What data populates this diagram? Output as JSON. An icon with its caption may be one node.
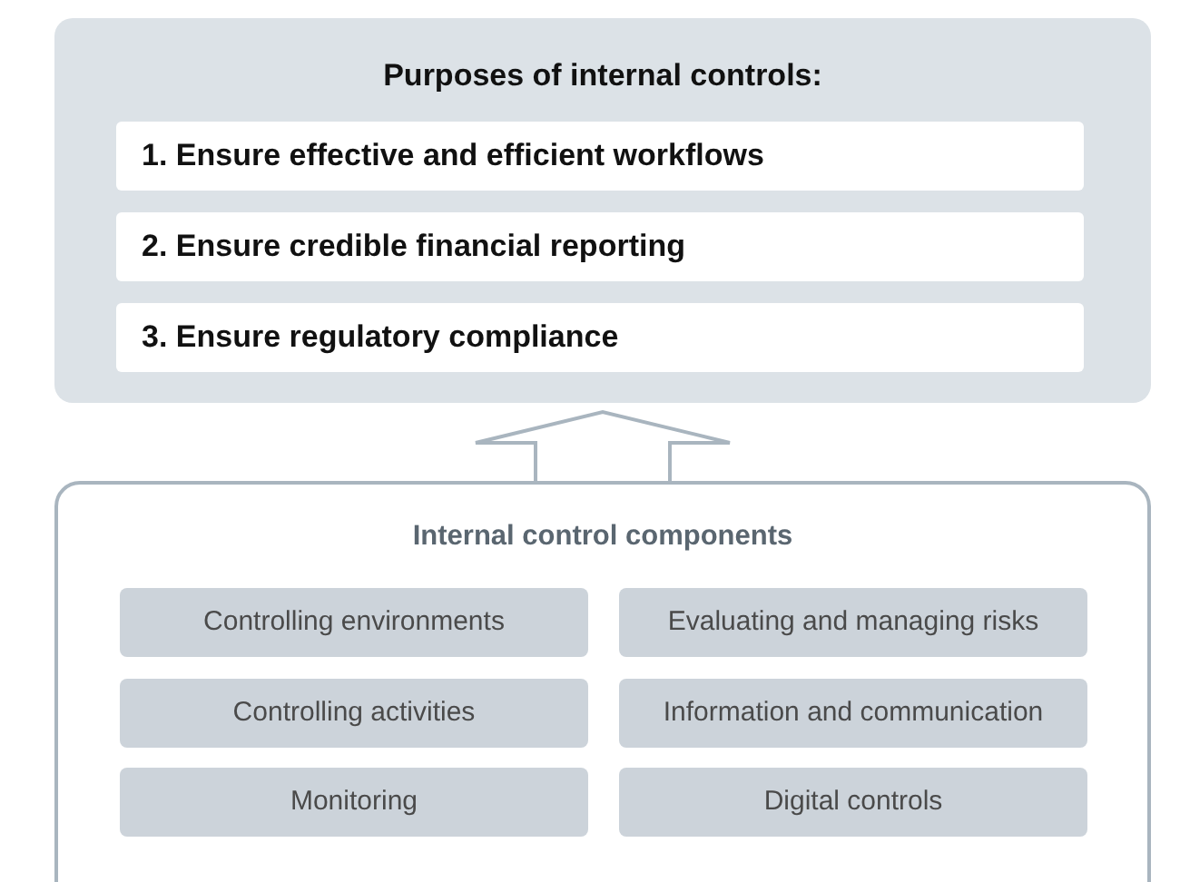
{
  "diagram": {
    "nodes": [
      {
        "text": [
          "Purposes of internal controls:"
        ]
      },
      {
        "text": [
          "1. Ensure effective and efficient workflows"
        ],
        "in": 0
      },
      {
        "text": [
          "2. Ensure credible financial reporting"
        ],
        "in": 0
      },
      {
        "text": [
          "3. Ensure regulatory compliance"
        ],
        "in": 0
      },
      {
        "text": [
          "Internal control components"
        ]
      },
      {
        "text": [
          "Controlling environments"
        ],
        "in": 4
      },
      {
        "text": [
          "Evaluating and managing risks"
        ],
        "in": 4
      },
      {
        "text": [
          "Controlling activities"
        ],
        "in": 4
      },
      {
        "text": [
          "Information and communication"
        ],
        "in": 4
      },
      {
        "text": [
          "Monitoring"
        ],
        "in": 4
      },
      {
        "text": [
          "Digital controls"
        ],
        "in": 4
      }
    ],
    "edges": [
      {
        "from": 4,
        "to": 0,
        "arrow": "to"
      }
    ]
  }
}
